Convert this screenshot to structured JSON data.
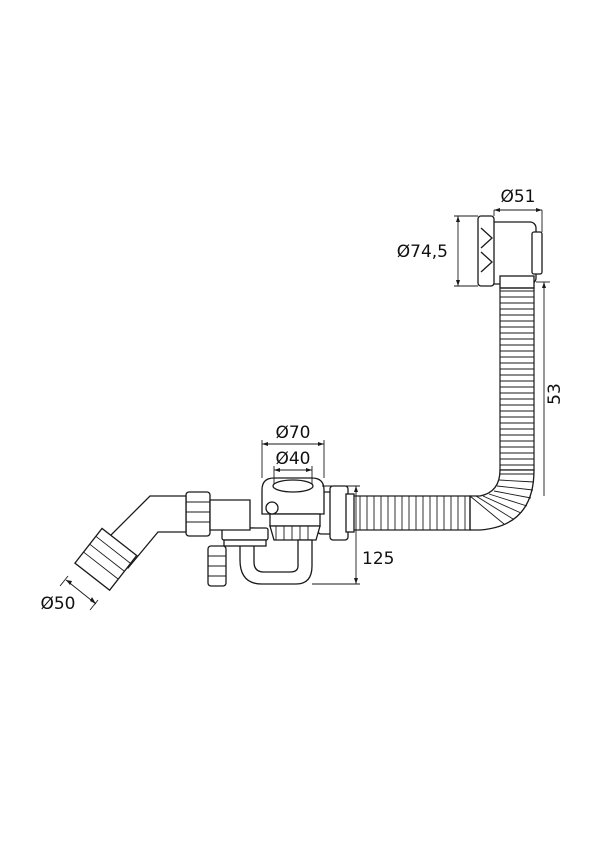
{
  "drawing": {
    "dimensions": {
      "overflow_body_diameter": "Ø74,5",
      "overflow_cap_diameter": "Ø51",
      "overflow_height": "53",
      "drain_flange_diameter": "Ø70",
      "drain_hole_diameter": "Ø40",
      "drain_height": "125",
      "outlet_diameter": "Ø50"
    },
    "colors": {
      "line": "#1a1a1a",
      "background": "#ffffff"
    }
  }
}
